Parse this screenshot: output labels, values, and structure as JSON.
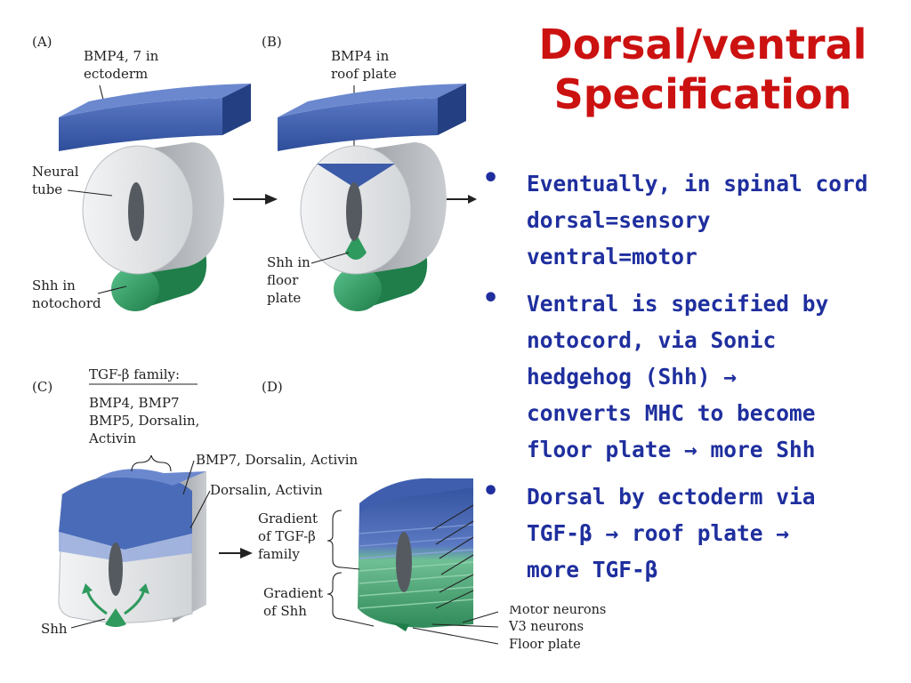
{
  "slide": {
    "title_lines": [
      "Dorsal/ventral",
      "Specification"
    ],
    "bullets": [
      {
        "lines": [
          "Eventually, in spinal cord",
          "dorsal=sensory",
          "ventral=motor"
        ]
      },
      {
        "lines": [
          "Ventral is specified by",
          "notocord, via Sonic",
          "hedgehog (Shh) →",
          "converts MHC to become",
          "floor plate → more Shh"
        ]
      },
      {
        "lines": [
          "Dorsal by ectoderm via",
          "TGF-β → roof plate →",
          "more TGF-β"
        ]
      }
    ],
    "bullet_glyph": "•"
  },
  "figure": {
    "panel_a": {
      "tag": "(A)",
      "ectoderm_label": [
        "BMP4, 7 in",
        "ectoderm"
      ],
      "neural_tube_label": [
        "Neural",
        "tube"
      ],
      "notochord_label": [
        "Shh in",
        "notochord"
      ]
    },
    "panel_b": {
      "tag": "(B)",
      "roof_plate_label": [
        "BMP4 in",
        "roof plate"
      ],
      "floor_plate_label": [
        "Shh in",
        "floor",
        "plate"
      ]
    },
    "panel_c": {
      "tag": "(C)",
      "tgf_heading": "TGF-β family:",
      "tgf_members": [
        "BMP4, BMP7",
        "BMP5, Dorsalin,",
        "Activin"
      ],
      "brace_label": "BMP7, Dorsalin, Activin",
      "lateral_label": "Dorsalin, Activin",
      "shh_label": "Shh"
    },
    "panel_d": {
      "tag": "(D)",
      "tgf_gradient_label": [
        "Gradient",
        "of TGF-β",
        "family"
      ],
      "shh_gradient_label": [
        "Gradient",
        "of Shh"
      ],
      "cell_type_labels": [
        "Motor neurons",
        "V3 neurons",
        "Floor plate"
      ]
    },
    "colors": {
      "ectoderm_blue": "#3b5aa8",
      "notochord_green": "#2f9a5e",
      "tube_gray": "#e4e6e8",
      "lumen": "#555a60"
    }
  }
}
